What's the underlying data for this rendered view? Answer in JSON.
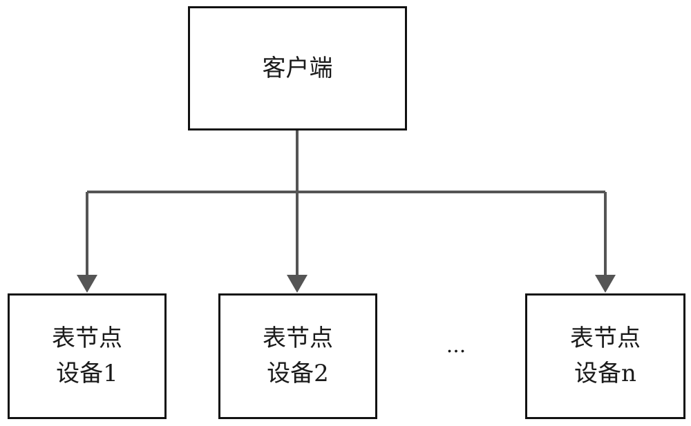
{
  "client": {
    "label": "客户端"
  },
  "nodes": [
    {
      "line1": "表节点",
      "line2": "设备1"
    },
    {
      "line1": "表节点",
      "line2": "设备2"
    },
    {
      "line1": "表节点",
      "line2": "设备n"
    }
  ],
  "ellipsis": "...",
  "colors": {
    "box_border": "#111111",
    "connector": "#555555"
  }
}
